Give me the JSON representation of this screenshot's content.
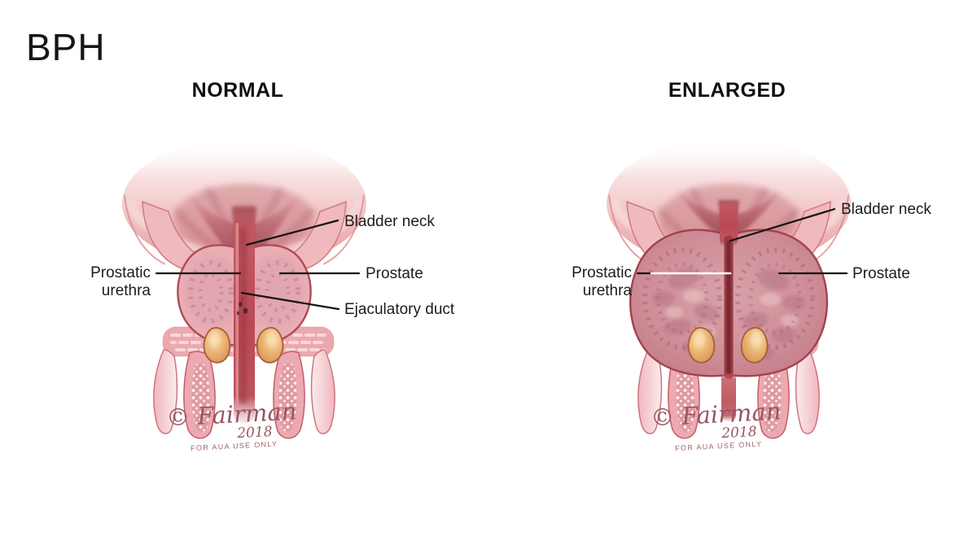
{
  "title": "BPH",
  "panels": [
    {
      "header": "NORMAL",
      "labels": {
        "bladder_neck": "Bladder neck",
        "prostatic_line1": "Prostatic",
        "prostatic_line2": "urethra",
        "prostate": "Prostate",
        "ejaculatory_duct": "Ejaculatory duct"
      },
      "signature": {
        "artist": "© Fairman",
        "year": "2018",
        "notice": "FOR AUA USE ONLY"
      }
    },
    {
      "header": "ENLARGED",
      "labels": {
        "bladder_neck": "Bladder neck",
        "prostatic_line1": "Prostatic",
        "prostatic_line2": "urethra",
        "prostate": "Prostate"
      },
      "signature": {
        "artist": "© Fairman",
        "year": "2018",
        "notice": "FOR AUA USE ONLY"
      }
    }
  ],
  "colors": {
    "background": "#FFFFFF",
    "title_text": "#161616",
    "header_text": "#111111",
    "label_text": "#1C1C1C",
    "leader_line": "#131313",
    "leader_line_light": "#FFFFFF",
    "signature": "#955661",
    "signature_notice": "#9E646C",
    "bladder_pink": "#EDB3B6",
    "bladder_neck_red": "#9C4751",
    "prostate_normal": "#E9AEB4",
    "prostate_enlarged": "#CB8893",
    "prostate_outline": "#AF4A53",
    "urethra_red": "#BB4953",
    "gland_orange": "#E2A864",
    "pelvic_band": "#ECA8AF"
  }
}
